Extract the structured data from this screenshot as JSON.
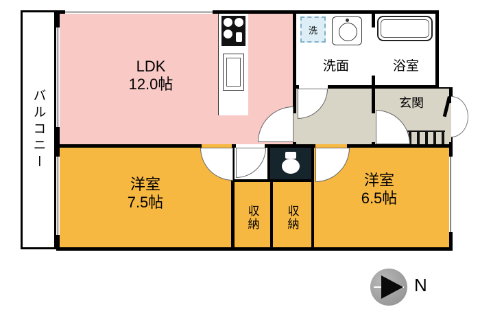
{
  "floor_plan": {
    "balcony": {
      "label": "バルコニー"
    },
    "ldk": {
      "label": "LDK",
      "size": "12.0帖"
    },
    "washroom": {
      "label": "洗面"
    },
    "bathroom": {
      "label": "浴室"
    },
    "entrance": {
      "label": "玄関"
    },
    "western_room_left": {
      "label": "洋室",
      "size": "7.5帖"
    },
    "western_room_right": {
      "label": "洋室",
      "size": "6.5帖"
    },
    "storage_left": {
      "label": "収納"
    },
    "storage_right": {
      "label": "収納"
    },
    "washer": {
      "label": "洗"
    },
    "compass": {
      "label": "N"
    }
  },
  "colors": {
    "wall": "#000000",
    "ldk_fill": "#f8c9c5",
    "western_fill": "#f7b842",
    "entrance_fill": "#d8d4c6",
    "washer_fill": "#ddeef6"
  }
}
